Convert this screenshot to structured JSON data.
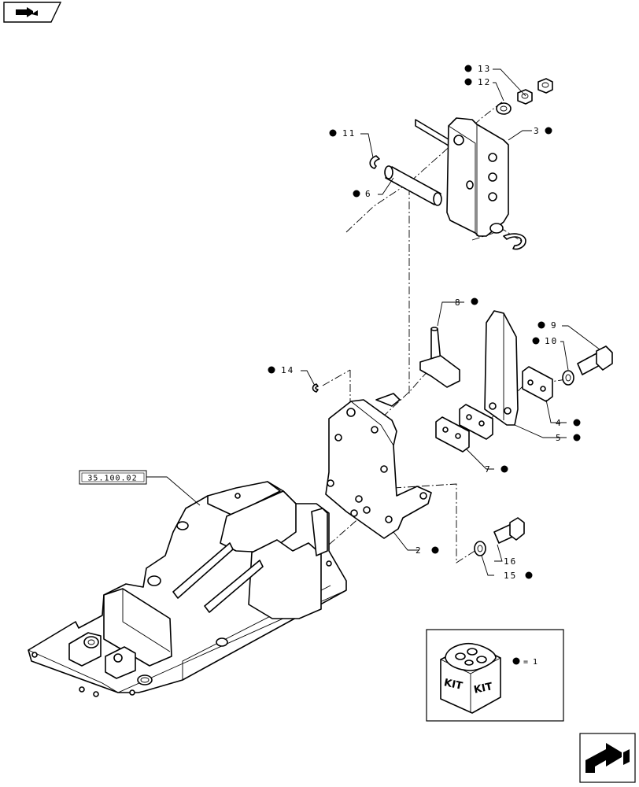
{
  "callouts": [
    {
      "id": "13",
      "label": "13",
      "in_kit": true
    },
    {
      "id": "12",
      "label": "12",
      "in_kit": true
    },
    {
      "id": "11",
      "label": "11",
      "in_kit": true
    },
    {
      "id": "3",
      "label": "3",
      "in_kit": true
    },
    {
      "id": "6",
      "label": "6",
      "in_kit": true
    },
    {
      "id": "8",
      "label": "8",
      "in_kit": true
    },
    {
      "id": "9",
      "label": "9",
      "in_kit": true
    },
    {
      "id": "10",
      "label": "10",
      "in_kit": true
    },
    {
      "id": "14",
      "label": "14",
      "in_kit": true
    },
    {
      "id": "4",
      "label": "4",
      "in_kit": true
    },
    {
      "id": "5",
      "label": "5",
      "in_kit": true
    },
    {
      "id": "7",
      "label": "7",
      "in_kit": true
    },
    {
      "id": "2",
      "label": "2",
      "in_kit": true
    },
    {
      "id": "16",
      "label": "16",
      "in_kit": false
    },
    {
      "id": "15",
      "label": "15",
      "in_kit": true
    }
  ],
  "reference_box": {
    "label": "35.100.02"
  },
  "kit_legend": {
    "box_words": [
      "KIT",
      "KIT"
    ],
    "equals_text": "= 1"
  },
  "icons": {
    "top_left": "book-arrow-icon",
    "bottom_right": "next-page-arrow-icon",
    "kit_marker": "filled-dot"
  },
  "colors": {
    "line": "#000000",
    "background": "#ffffff"
  }
}
